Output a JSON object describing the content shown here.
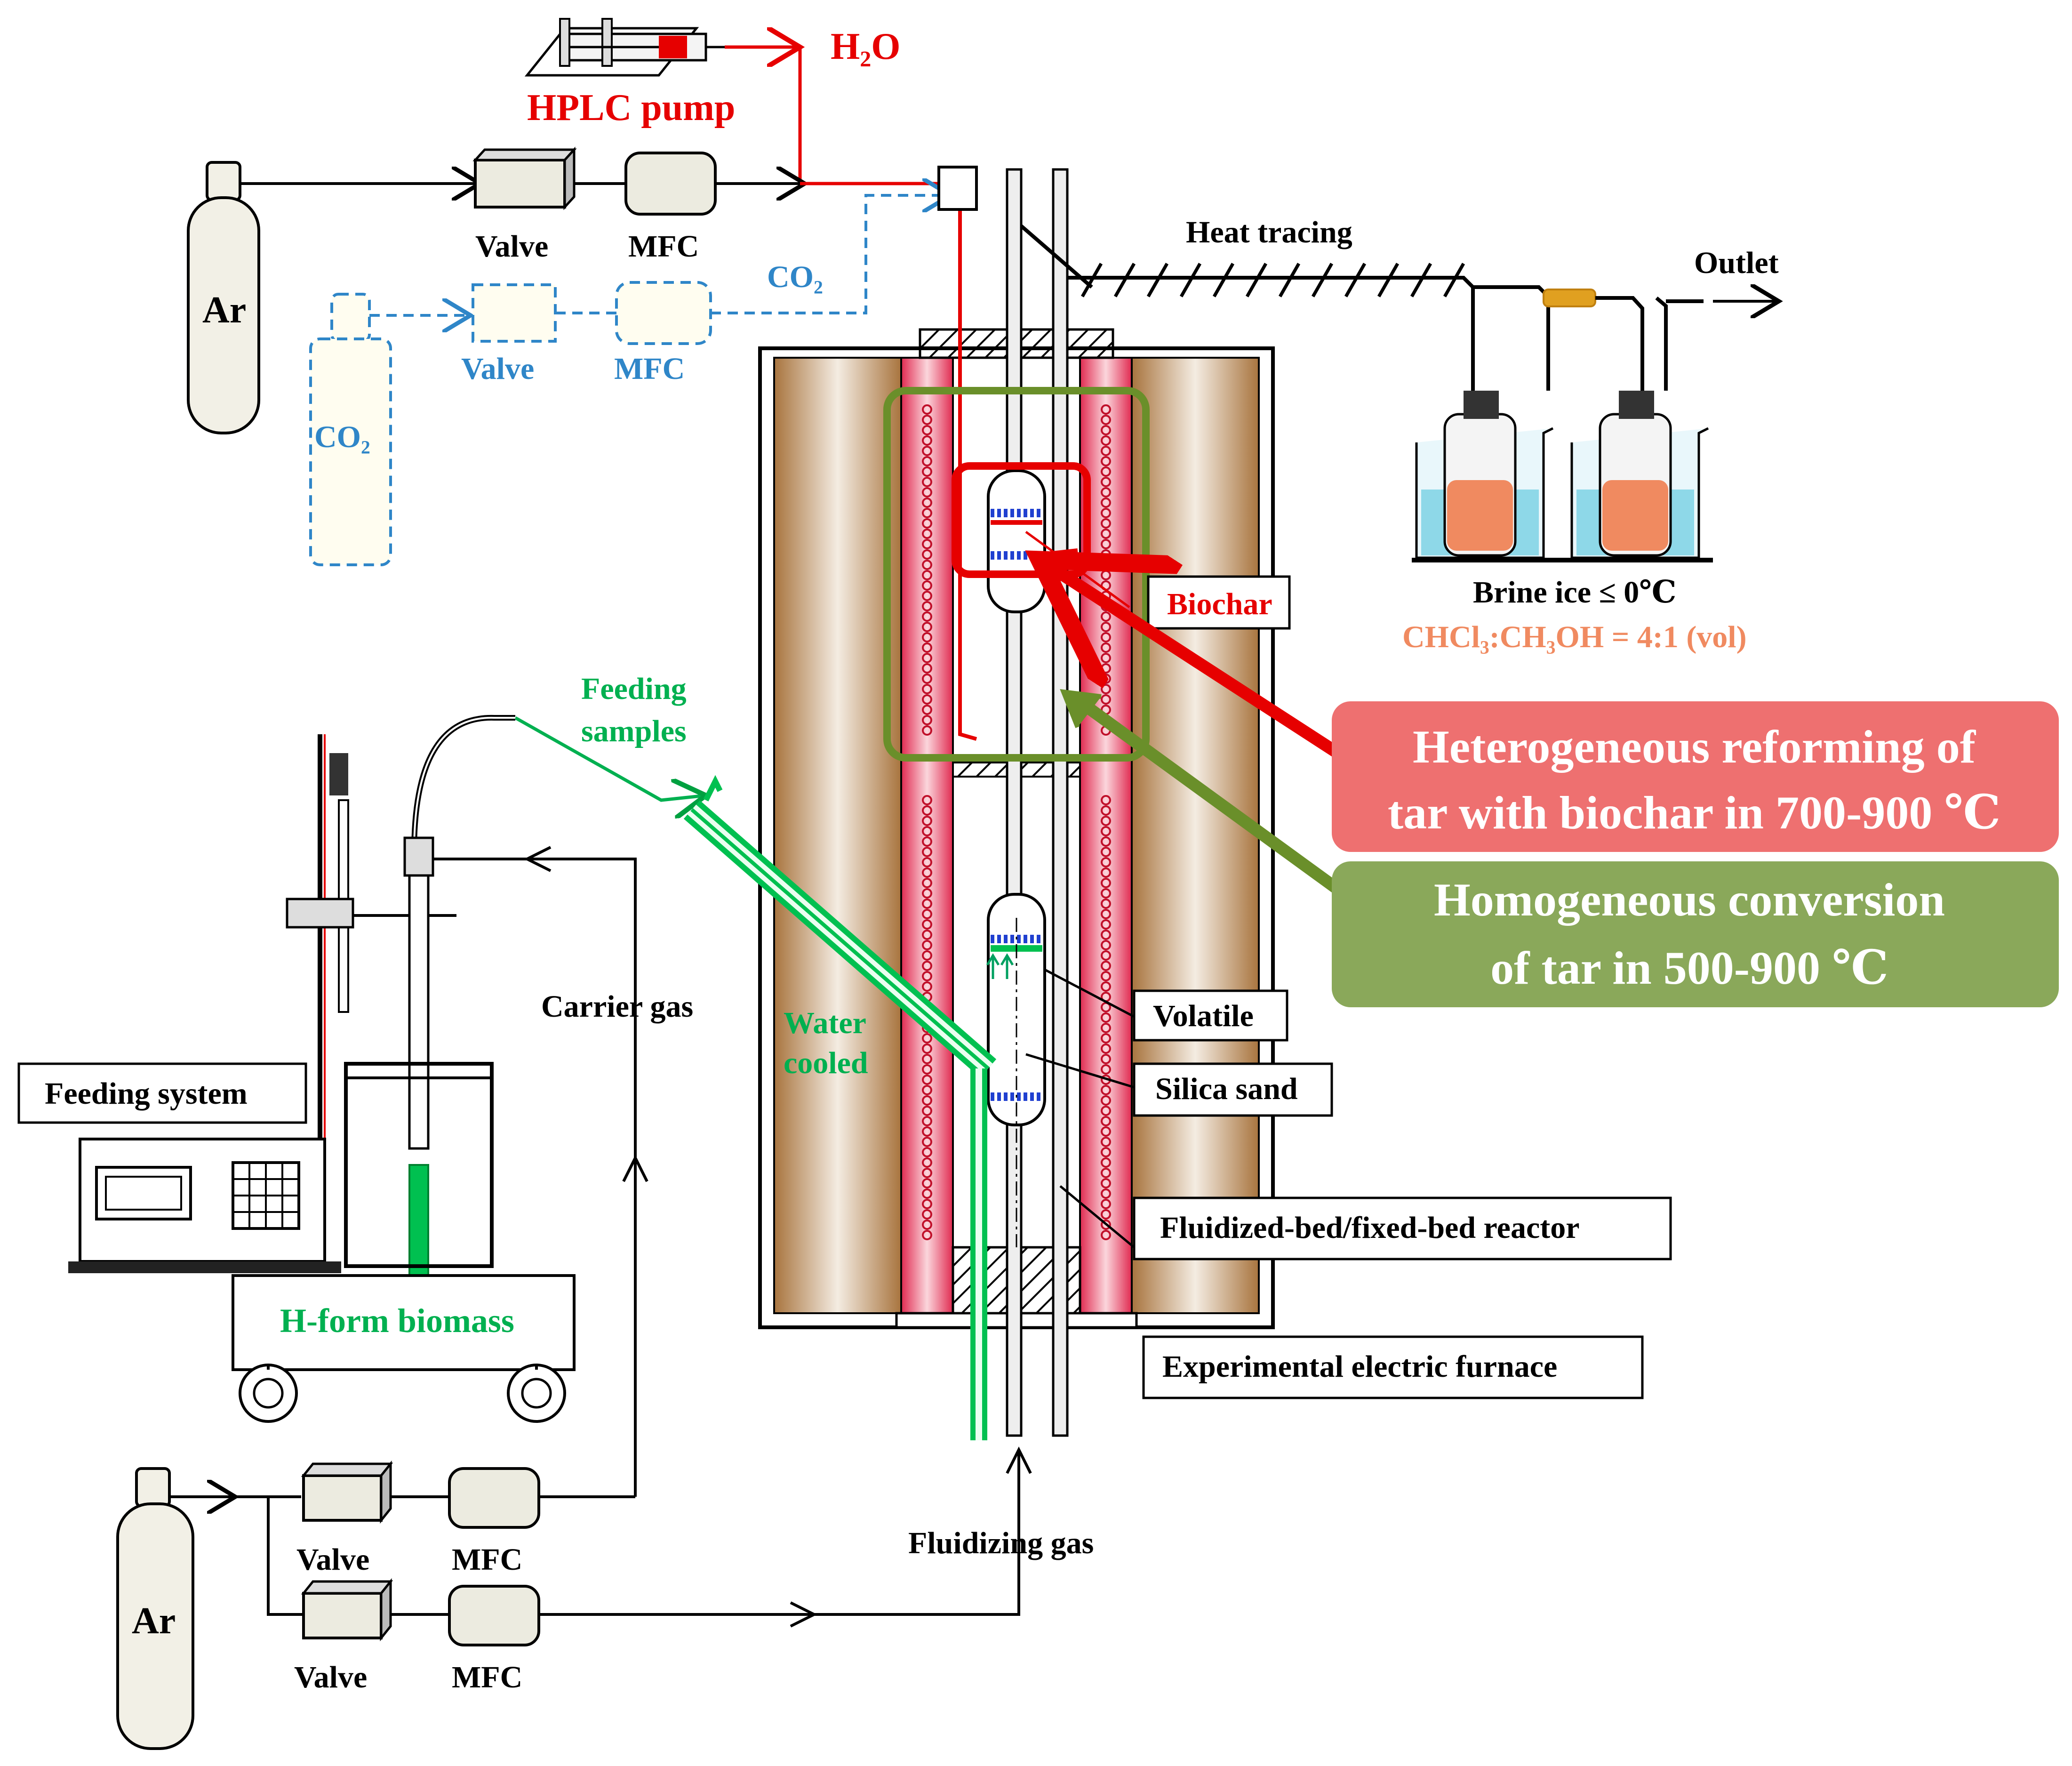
{
  "labels": {
    "h2o": "H₂O",
    "hplc_pump": "HPLC pump",
    "ar_top": "Ar",
    "valve_top": "Valve",
    "mfc_top": "MFC",
    "co2_line": "CO₂",
    "valve_co2": "Valve",
    "mfc_co2": "MFC",
    "co2_cylinder": "CO₂",
    "heat_tracing": "Heat tracing",
    "outlet": "Outlet",
    "brine": "Brine ice ≤ 0℃",
    "solvent": "CHCl₃:CH₃OH = 4:1 (vol)",
    "biochar": "Biochar",
    "feeding_samples_1": "Feeding",
    "feeding_samples_2": "samples",
    "carrier_gas": "Carrier gas",
    "water_cooled_1": "Water",
    "water_cooled_2": "cooled",
    "feeding_system": "Feeding system",
    "h_form_biomass": "H-form biomass",
    "volatile": "Volatile",
    "silica_sand": "Silica sand",
    "reactor": "Fluidized-bed/fixed-bed reactor",
    "furnace": "Experimental electric furnace",
    "fluidizing_gas": "Fluidizing gas",
    "ar_bottom": "Ar",
    "valve_b1": "Valve",
    "mfc_b1": "MFC",
    "valve_b2": "Valve",
    "mfc_b2": "MFC"
  },
  "callouts": {
    "heterogeneous_1": "Heterogeneous reforming of",
    "heterogeneous_2": "tar with biochar in 700-900 ℃",
    "homogeneous_1": "Homogeneous conversion",
    "homogeneous_2": "of tar in 500-900 ℃"
  },
  "colors": {
    "water_line": "#e60000",
    "co2_line": "#2f86c8",
    "feeding_green": "#00c050",
    "callout_red": "#ee7070",
    "callout_green": "#8aa85a",
    "furnace_brown": "#b88450",
    "heater_pink": "#e8385a",
    "solvent_orange": "#f08a60"
  }
}
